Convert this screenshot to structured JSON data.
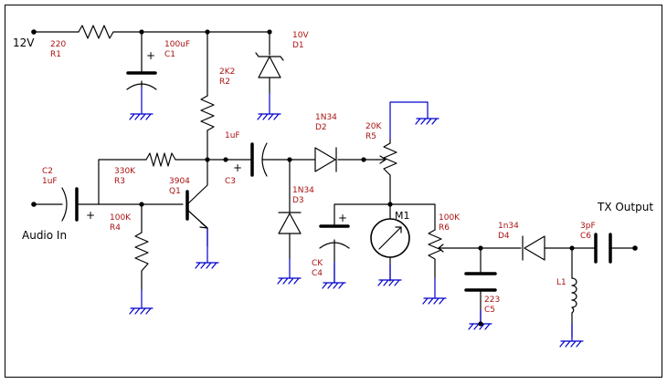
{
  "supply_label": "12V",
  "input_label": "Audio In",
  "output_label": "TX Output",
  "meter_label": "M1",
  "polarity_mark": "+",
  "components": {
    "R1": {
      "value": "220",
      "ref": "R1"
    },
    "C1": {
      "value": "100uF",
      "ref": "C1"
    },
    "D1": {
      "value": "10V",
      "ref": "D1"
    },
    "R2": {
      "value": "2K2",
      "ref": "R2"
    },
    "R3": {
      "value": "330K",
      "ref": "R3"
    },
    "R4": {
      "value": "100K",
      "ref": "R4"
    },
    "Q1": {
      "value": "3904",
      "ref": "Q1"
    },
    "C2": {
      "value": "1uF",
      "ref": "C2"
    },
    "C3": {
      "value": "1uF",
      "ref": "C3"
    },
    "D2": {
      "value": "1N34",
      "ref": "D2"
    },
    "D3": {
      "value": "1N34",
      "ref": "D3"
    },
    "R5": {
      "value": "20K",
      "ref": "R5"
    },
    "C4": {
      "value": "CK",
      "ref": "C4"
    },
    "R6": {
      "value": "100K",
      "ref": "R6"
    },
    "C5": {
      "value": "223",
      "ref": "C5"
    },
    "D4": {
      "value": "1n34",
      "ref": "D4"
    },
    "L1": {
      "value": "",
      "ref": "L1"
    },
    "C6": {
      "value": "3pF",
      "ref": "C6"
    }
  },
  "colors": {
    "wire": "#000000",
    "ground_wire": "#0000cc",
    "label": "#aa1111",
    "frame": "#000000"
  }
}
